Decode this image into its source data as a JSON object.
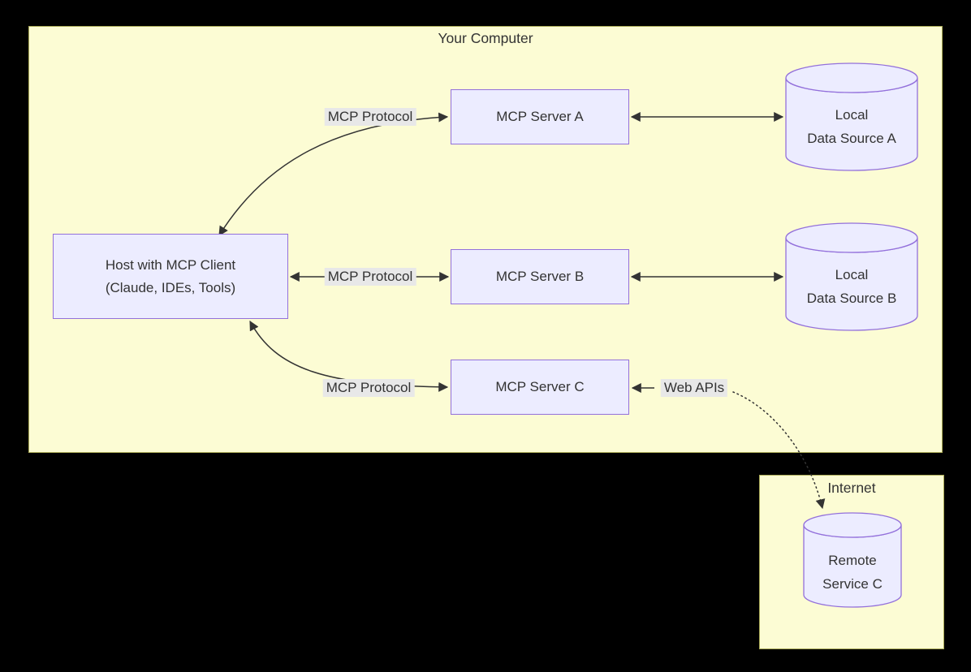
{
  "diagram": {
    "type": "flowchart",
    "containers": {
      "your_computer": {
        "label": "Your Computer"
      },
      "internet": {
        "label": "Internet"
      }
    },
    "nodes": {
      "host": {
        "line1": "Host with MCP Client",
        "line2": "(Claude, IDEs, Tools)"
      },
      "server_a": {
        "label": "MCP Server A"
      },
      "server_b": {
        "label": "MCP Server B"
      },
      "server_c": {
        "label": "MCP Server C"
      },
      "data_source_a": {
        "line1": "Local",
        "line2": "Data Source A"
      },
      "data_source_b": {
        "line1": "Local",
        "line2": "Data Source B"
      },
      "remote_service_c": {
        "line1": "Remote",
        "line2": "Service C"
      }
    },
    "edges": {
      "host_server_a": {
        "label": "MCP Protocol",
        "from": "host",
        "to": "server_a",
        "bidirectional": true,
        "style": "solid"
      },
      "host_server_b": {
        "label": "MCP Protocol",
        "from": "host",
        "to": "server_b",
        "bidirectional": true,
        "style": "solid"
      },
      "host_server_c": {
        "label": "MCP Protocol",
        "from": "host",
        "to": "server_c",
        "bidirectional": true,
        "style": "solid"
      },
      "server_a_data_source_a": {
        "from": "server_a",
        "to": "data_source_a",
        "bidirectional": true,
        "style": "solid"
      },
      "server_b_data_source_b": {
        "from": "server_b",
        "to": "data_source_b",
        "bidirectional": true,
        "style": "solid"
      },
      "server_c_remote_service_c": {
        "label": "Web APIs",
        "from": "server_c",
        "to": "remote_service_c",
        "bidirectional": false,
        "style": "dotted"
      }
    },
    "colors": {
      "page_background": "#000000",
      "container_fill": "#fcfcd4",
      "container_border": "#abab58",
      "node_fill": "#ececff",
      "node_border": "#9370db",
      "edge_stroke": "#333333",
      "edge_label_background": "#e8e8e8",
      "text": "#333333"
    }
  }
}
